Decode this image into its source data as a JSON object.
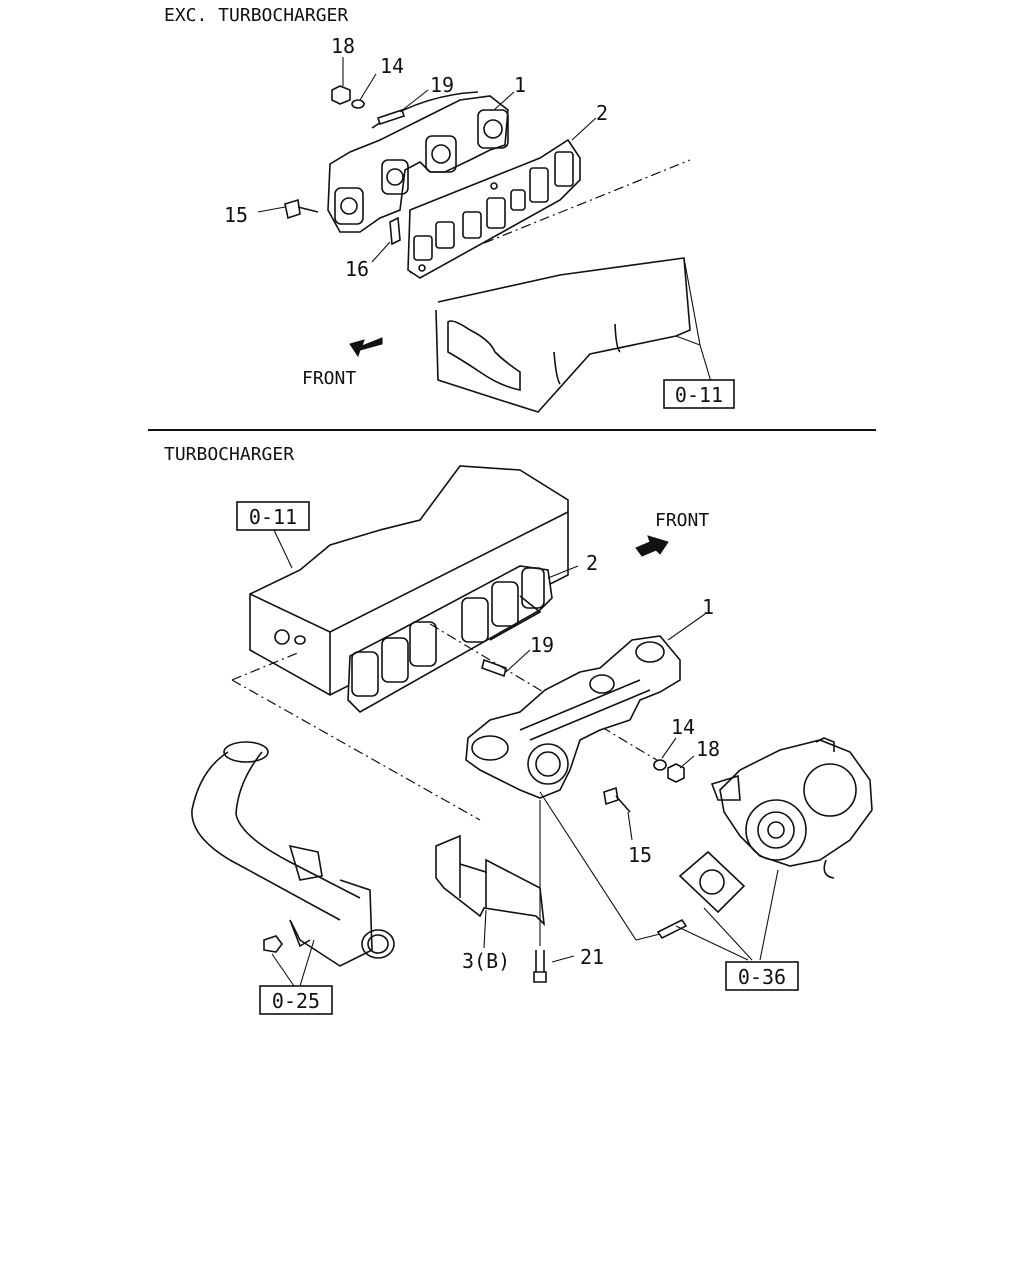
{
  "sections": {
    "top_title": "EXC. TURBOCHARGER",
    "bottom_title": "TURBOCHARGER"
  },
  "direction": {
    "top_front": "FRONT",
    "bottom_front": "FRONT"
  },
  "refs": {
    "top_o11": "0-11",
    "bottom_o11": "0-11",
    "o36": "0-36",
    "o25": "0-25"
  },
  "callouts_top": {
    "c18": "18",
    "c14": "14",
    "c19": "19",
    "c1": "1",
    "c2": "2",
    "c15": "15",
    "c16": "16"
  },
  "callouts_bottom": {
    "c2": "2",
    "c1": "1",
    "c19": "19",
    "c14": "14",
    "c18": "18",
    "c15": "15",
    "c3": "3(B)",
    "c21": "21"
  }
}
